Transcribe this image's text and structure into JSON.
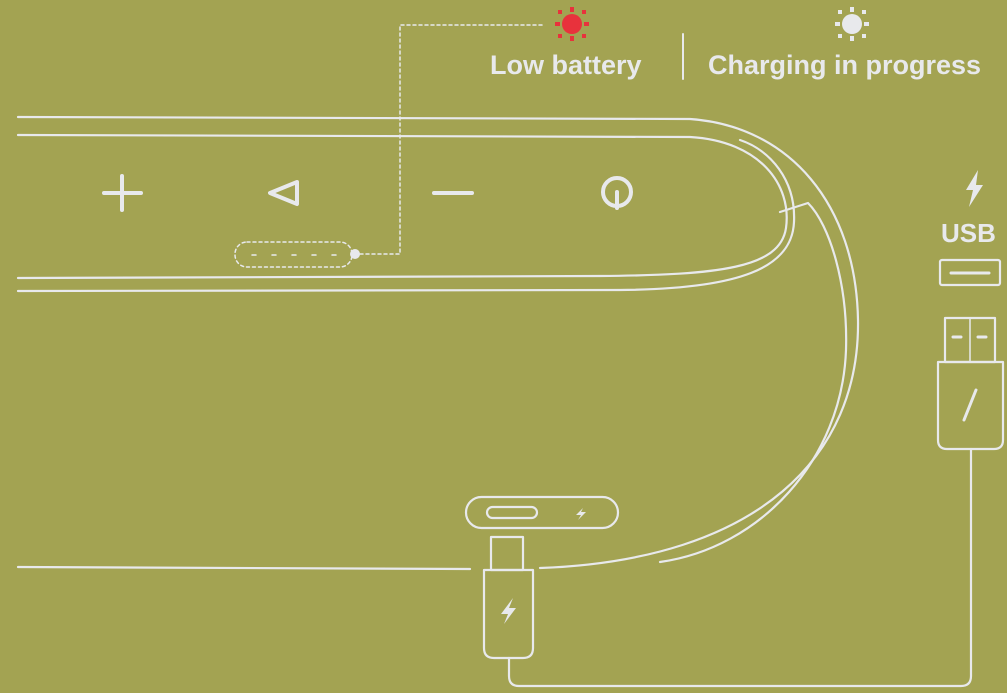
{
  "legend": {
    "low_battery": "Low battery",
    "charging": "Charging in progress",
    "low_battery_color": "#e8323c",
    "charging_color": "#e8e9ec"
  },
  "usb": {
    "label": "USB"
  },
  "colors": {
    "background": "#a3a352",
    "line": "#e8e9ec"
  }
}
